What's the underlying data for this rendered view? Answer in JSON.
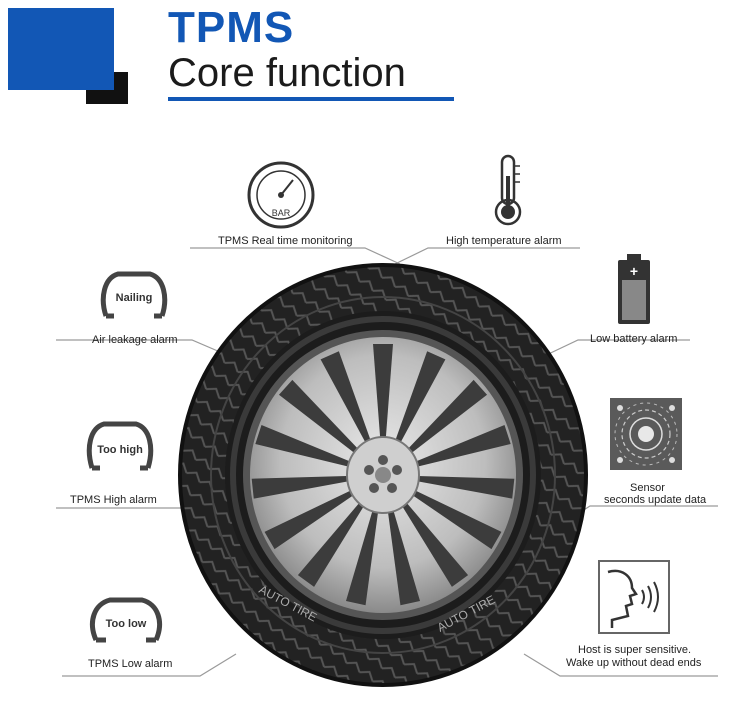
{
  "header": {
    "title": "TPMS",
    "subtitle": "Core function"
  },
  "colors": {
    "brand_blue": "#1257b5",
    "dark": "#111111",
    "line": "#9a9a9a"
  },
  "features": {
    "realtime": {
      "label": "TPMS Real time monitoring",
      "gauge_text": "BAR",
      "icon": "gauge-icon"
    },
    "high_temp": {
      "label": "High temperature alarm",
      "icon": "thermometer-icon"
    },
    "air_leak": {
      "label": "Air leakage alarm",
      "badge": "Nailing",
      "icon": "tire-section-icon"
    },
    "low_battery": {
      "label": "Low battery alarm",
      "icon": "battery-icon"
    },
    "high_pressure": {
      "label": "TPMS High alarm",
      "badge": "Too high",
      "icon": "tire-section-icon"
    },
    "sensor": {
      "label_line1": "Sensor",
      "label_line2": "seconds update data",
      "icon": "sensor-signal-icon"
    },
    "low_pressure": {
      "label": "TPMS Low alarm",
      "badge": "Too low",
      "icon": "tire-section-icon"
    },
    "wake": {
      "label_line1": "Host is super sensitive.",
      "label_line2": "Wake up without dead ends",
      "icon": "voice-wake-icon"
    }
  },
  "tire": {
    "sidewall_text": "AUTO TIRE"
  }
}
